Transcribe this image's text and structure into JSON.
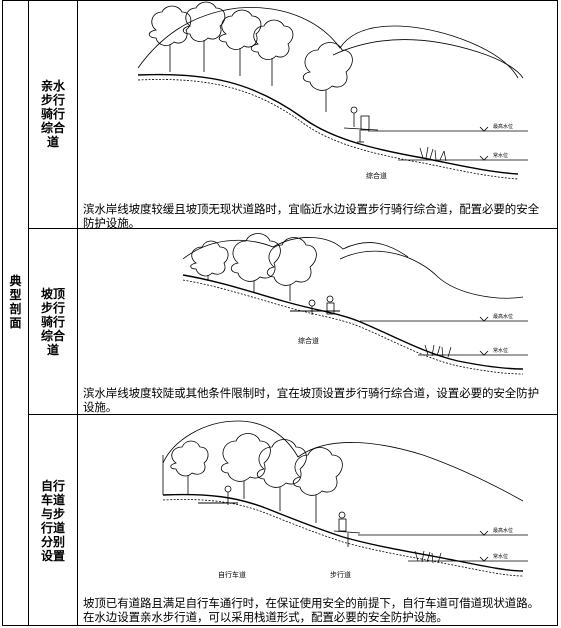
{
  "category": "典\n型\n剖\n面",
  "rows": [
    {
      "name": "亲水\n步行\n骑行\n综合\n道",
      "labels": {
        "path": "综合道",
        "high_water": "最高水位",
        "normal_water": "常水位"
      },
      "description": "滨水岸线坡度较缓且坡顶无现状道路时，宜临近水边设置步行骑行综合道，配置必要的安全防护设施。"
    },
    {
      "name": "坡顶\n步行\n骑行\n综合\n道",
      "labels": {
        "path": "综合道",
        "high_water": "最高水位",
        "normal_water": "常水位"
      },
      "description": "滨水岸线坡度较陡或其他条件限制时，宜在坡顶设置步行骑行综合道，设置必要的安全防护设施。"
    },
    {
      "name": "自行\n车道\n与步\n行道\n分别\n设置",
      "labels": {
        "bike": "自行车道",
        "walk": "步行道",
        "high_water": "最高水位",
        "normal_water": "常水位"
      },
      "description": "坡顶已有道路且满足自行车通行时，在保证使用安全的前提下，自行车道可借道现状道路。在水边设置亲水步行道，可以采用栈道形式，配置必要的安全防护设施。"
    }
  ]
}
